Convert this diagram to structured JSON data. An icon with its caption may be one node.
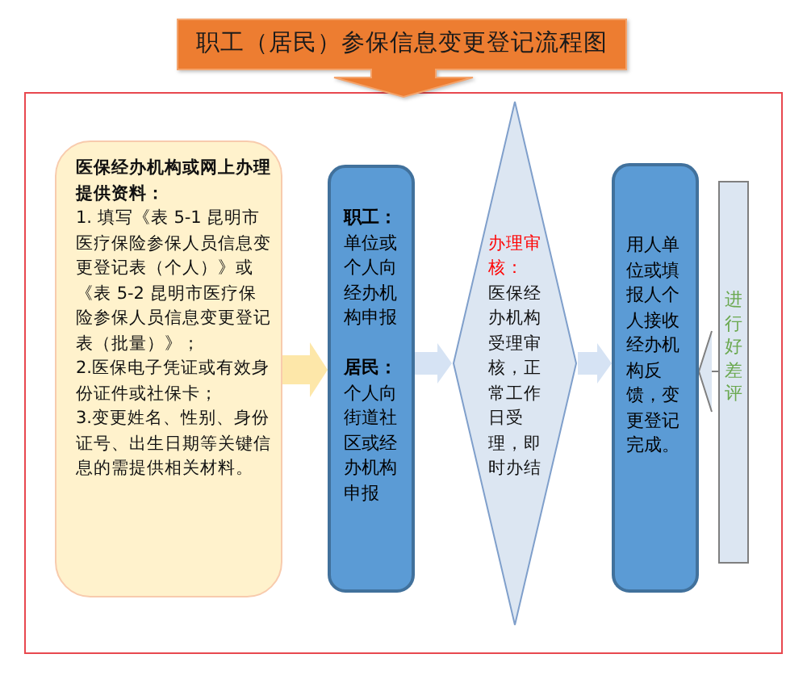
{
  "diagram": {
    "title": "职工（居民）参保信息变更登记流程图",
    "nodes": [
      {
        "text": [
          "医保经办机构或网上办理提供资料：",
          "1. 填写《表 5-1 昆明市医疗保险参保人员信息变更登记表（个人）》或《表 5-2 昆明市医疗保险参保人员信息变更登记表（批量）》；",
          "2.医保电子凭证或有效身份证件或社保卡；",
          "3.变更姓名、性别、身份证号、出生日期等关键信息的需提供相关材料。"
        ]
      },
      {
        "text": [
          "职工：",
          "单位或个人向经办机构申报",
          "居民：",
          "个人向街道社区或经办机构申报"
        ]
      },
      {
        "text": [
          "办理审核：",
          "医保经办机构受理审核，正常工作日受理，即时办结"
        ]
      },
      {
        "text": [
          "用人单位或填报人个人接收经办机构反馈，变更登记完成。"
        ]
      },
      {
        "text": [
          "进行好差评"
        ]
      }
    ],
    "edges": [
      {
        "from": 0,
        "to": 1,
        "arrow": "to",
        "color": "#fde7a9"
      },
      {
        "from": 1,
        "to": 2,
        "arrow": "to"
      },
      {
        "from": 2,
        "to": 3,
        "arrow": "to"
      },
      {
        "from": 4,
        "to": 3,
        "arrow": "to",
        "color": "#7f7f7f"
      }
    ]
  }
}
